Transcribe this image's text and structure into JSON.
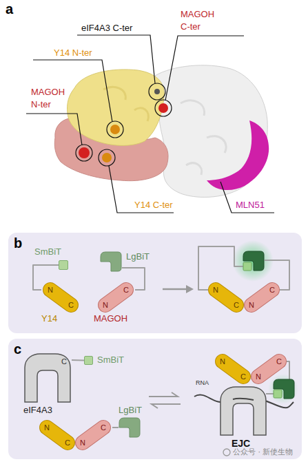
{
  "diagram": {
    "nodes": [
      {
        "text": [
          "SmBiT"
        ]
      },
      {
        "text": [
          "LgBiT"
        ]
      },
      {
        "text": [
          "N",
          "C",
          "Y14"
        ]
      },
      {
        "text": [
          "N",
          "C",
          "MAGOH"
        ]
      },
      {
        "text": [
          "N",
          "C"
        ]
      },
      {
        "text": [
          "N",
          "C"
        ]
      },
      {
        "text": [
          "C",
          "eIF4A3"
        ]
      },
      {
        "text": [
          "SmBiT"
        ]
      },
      {
        "text": [
          "N",
          "C"
        ]
      },
      {
        "text": [
          "N",
          "C"
        ]
      },
      {
        "text": [
          "LgBiT"
        ]
      },
      {
        "text": [
          "N",
          "C"
        ]
      },
      {
        "text": [
          "N",
          "C"
        ]
      }
    ],
    "edges": [
      {
        "from": 2,
        "to": 0,
        "arrow": "none"
      },
      {
        "from": 3,
        "to": 1,
        "arrow": "none"
      },
      {
        "from": 6,
        "to": 7,
        "arrow": "none"
      },
      {
        "from": 9,
        "to": 10,
        "arrow": "none"
      }
    ],
    "labels": [
      "a",
      "eIF4A3 C-ter",
      "MAGOH C-ter",
      "Y14 N-ter",
      "MAGOH N-ter",
      "Y14 C-ter",
      "MLN51",
      "b",
      "c",
      "RNA",
      "EJC",
      "公众号 · 新使生物"
    ]
  }
}
